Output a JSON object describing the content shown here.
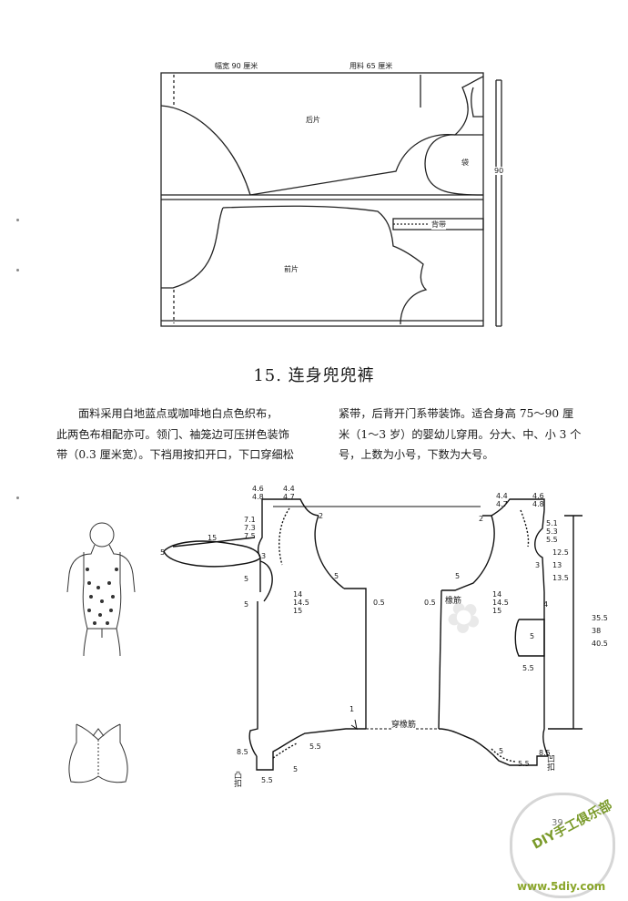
{
  "top_pattern": {
    "width_label": "幅宽 90 厘米",
    "usage_label": "用料 65 厘米",
    "back_label": "后片",
    "pocket_label": "袋",
    "strap_label": "背带",
    "front_label": "前片",
    "height_value": "90"
  },
  "section": {
    "title": "15. 连身兜兜裤"
  },
  "description": {
    "col1": [
      "面料采用白地蓝点或咖啡地白点色织布，",
      "此两色布相配亦可。领门、袖笼边可压拼色装饰",
      "带（0.3 厘米宽）。下裆用按扣开口，下口穿细松"
    ],
    "col2": [
      "紧带，后背开门系带装饰。适合身高 75～90 厘",
      "米（1～3 岁）的婴幼儿穿用。分大、中、小 3 个",
      "号，上数为小号，下数为大号。"
    ]
  },
  "left_piece": {
    "m_46": "4.6",
    "m_48": "4.8",
    "m_44": "4.4",
    "m_47": "4.7",
    "m_71": "7.1",
    "m_73": "7.3",
    "m_75": "7.5",
    "m_15": "15",
    "m_5a": "5",
    "m_3": "3",
    "m_5b": "5",
    "m_5c": "5",
    "m_5d": "5",
    "m_2": "2",
    "m_5e": "5",
    "m_14": "14",
    "m_145": "14.5",
    "m_15b": "15",
    "m_05": "0.5",
    "m_1": "1",
    "m_85": "8.5",
    "m_55": "5.5",
    "m_55b": "5.5",
    "m_5f": "5",
    "snap_1": "凸",
    "snap_2": "扣"
  },
  "right_piece": {
    "m_44": "4.4",
    "m_47": "4.7",
    "m_46": "4.6",
    "m_48": "4.8",
    "m_2": "2",
    "m_51": "5.1",
    "m_53": "5.3",
    "m_55": "5.5",
    "m_125": "12.5",
    "m_13": "13",
    "m_135": "13.5",
    "m_3": "3",
    "m_5a": "5",
    "m_05": "0.5",
    "elastic": "橡筋",
    "m_14": "14",
    "m_145": "14.5",
    "m_15": "15",
    "m_4": "4",
    "m_5b": "5",
    "m_355": "35.5",
    "m_38": "38",
    "m_405": "40.5",
    "m_5c": "5",
    "m_55b": "5.5",
    "m_85": "8.5",
    "elastic_through": "穿橡筋",
    "snap_1": "凹",
    "snap_2": "扣"
  },
  "watermark": {
    "diy_text": "DIY手工俱乐部",
    "site": "www.5diy.com",
    "page_no": "39"
  }
}
